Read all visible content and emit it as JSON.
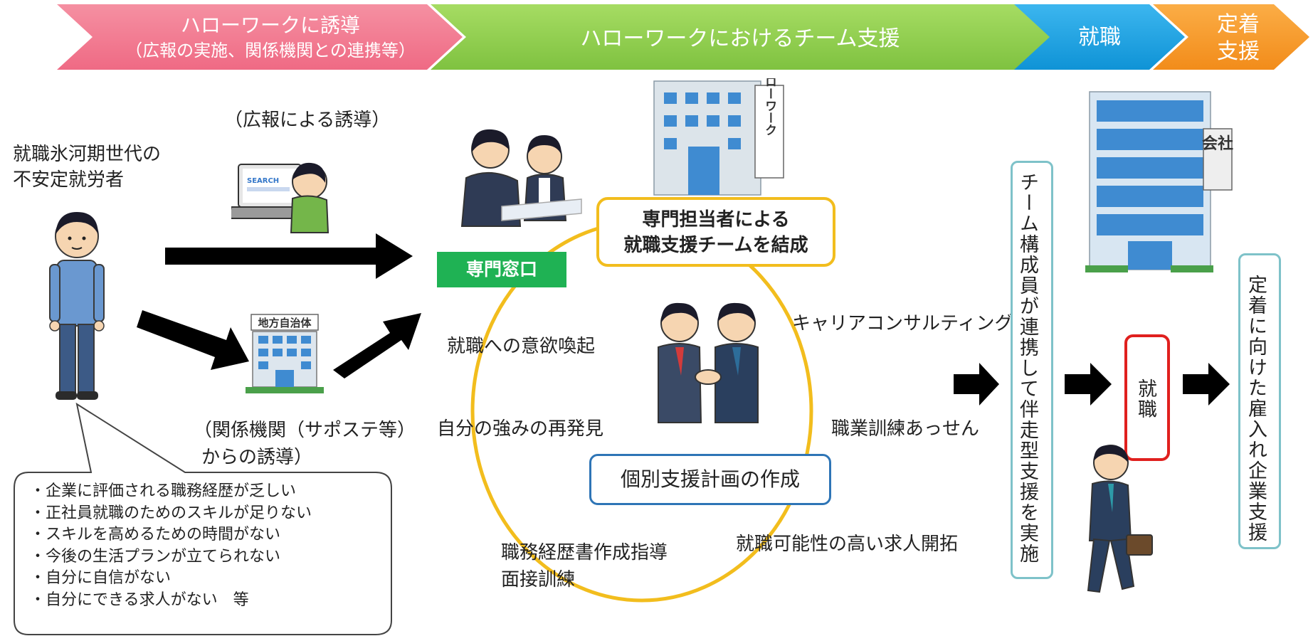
{
  "banner": {
    "stage1": {
      "line1": "ハローワークに誘導",
      "line2": "（広報の実施、関係機関との連携等）",
      "color": "#f27d91"
    },
    "stage2": {
      "label": "ハローワークにおけるチーム支援",
      "color": "#92d050"
    },
    "stage3": {
      "label": "就職",
      "color": "#1fa6e6"
    },
    "stage4": {
      "line1": "定着",
      "line2": "支援",
      "color": "#f79a2e"
    }
  },
  "left": {
    "target_line1": "就職氷河期世代の",
    "target_line2": "不安定就労者",
    "pr_label": "（広報による誘導）",
    "agency_line1": "（関係機関（サポステ等）",
    "agency_line2": "からの誘導）",
    "local_gov_sign": "地方自治体",
    "search_text": "SEARCH",
    "concerns": [
      "企業に評価される職務経歴が乏しい",
      "正社員就職のためのスキルが足りない",
      "スキルを高めるための時間がない",
      "今後の生活プランが立てられない",
      "自分に自信がない",
      "自分にできる求人がない　等"
    ]
  },
  "center": {
    "window_label": "専門窓口",
    "hellowork_sign": "ハローワーク",
    "team_line1": "専門担当者による",
    "team_line2": "就職支援チームを結成",
    "plan_label": "個別支援計画の作成",
    "activities": {
      "motivation": "就職への意欲喚起",
      "career": "キャリアコンサルティング",
      "strengths": "自分の強みの再発見",
      "training": "職業訓練あっせん",
      "resume_line1": "職務経歴書作成指導",
      "resume_line2": "面接訓練",
      "job_dev": "就職可能性の高い求人開拓"
    },
    "colors": {
      "circle": "#f2bd1d",
      "window": "#1fb254",
      "plan_border": "#2e75b6"
    }
  },
  "right": {
    "team_text": "チーム構成員が連携して伴走型支援を実施",
    "employment": "就職",
    "retention_text": "定着に向けた雇入れ企業支援",
    "company_sign": "会社",
    "colors": {
      "box_border": "#7ec2c9",
      "employment_border": "#e0201e"
    }
  }
}
